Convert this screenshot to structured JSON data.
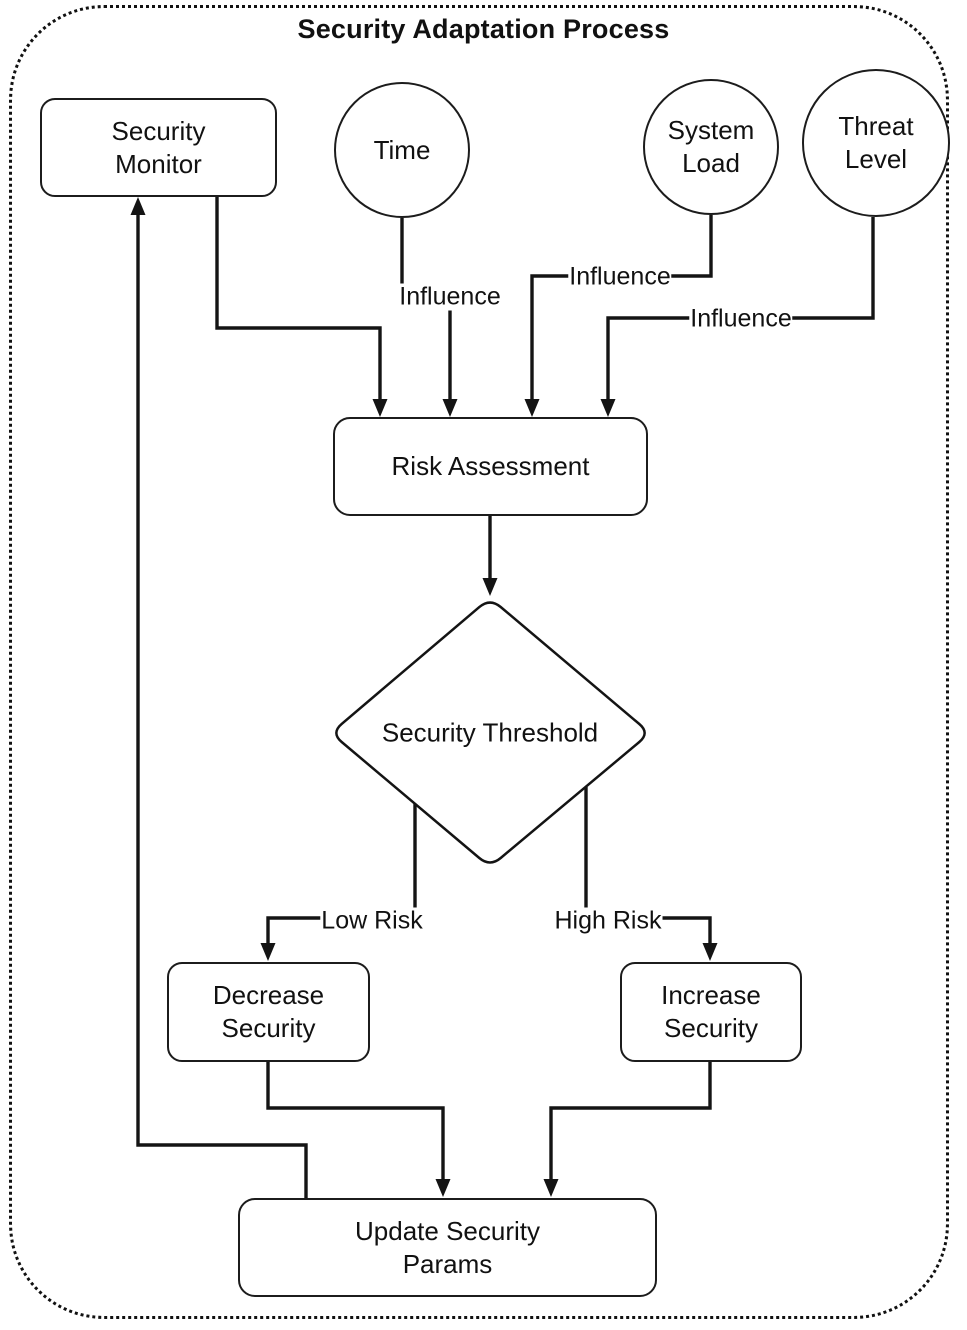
{
  "title": "Security Adaptation Process",
  "nodes": {
    "security_monitor": "Security\nMonitor",
    "time": "Time",
    "system_load": "System\nLoad",
    "threat_level": "Threat\nLevel",
    "risk_assessment": "Risk Assessment",
    "security_threshold": "Security Threshold",
    "decrease_security": "Decrease\nSecurity",
    "increase_security": "Increase\nSecurity",
    "update_security_params": "Update Security\nParams"
  },
  "edge_labels": {
    "time_influence": "Influence",
    "system_load_influence": "Influence",
    "threat_level_influence": "Influence",
    "low_risk": "Low Risk",
    "high_risk": "High Risk"
  },
  "colors": {
    "stroke": "#141414",
    "background": "#ffffff"
  }
}
